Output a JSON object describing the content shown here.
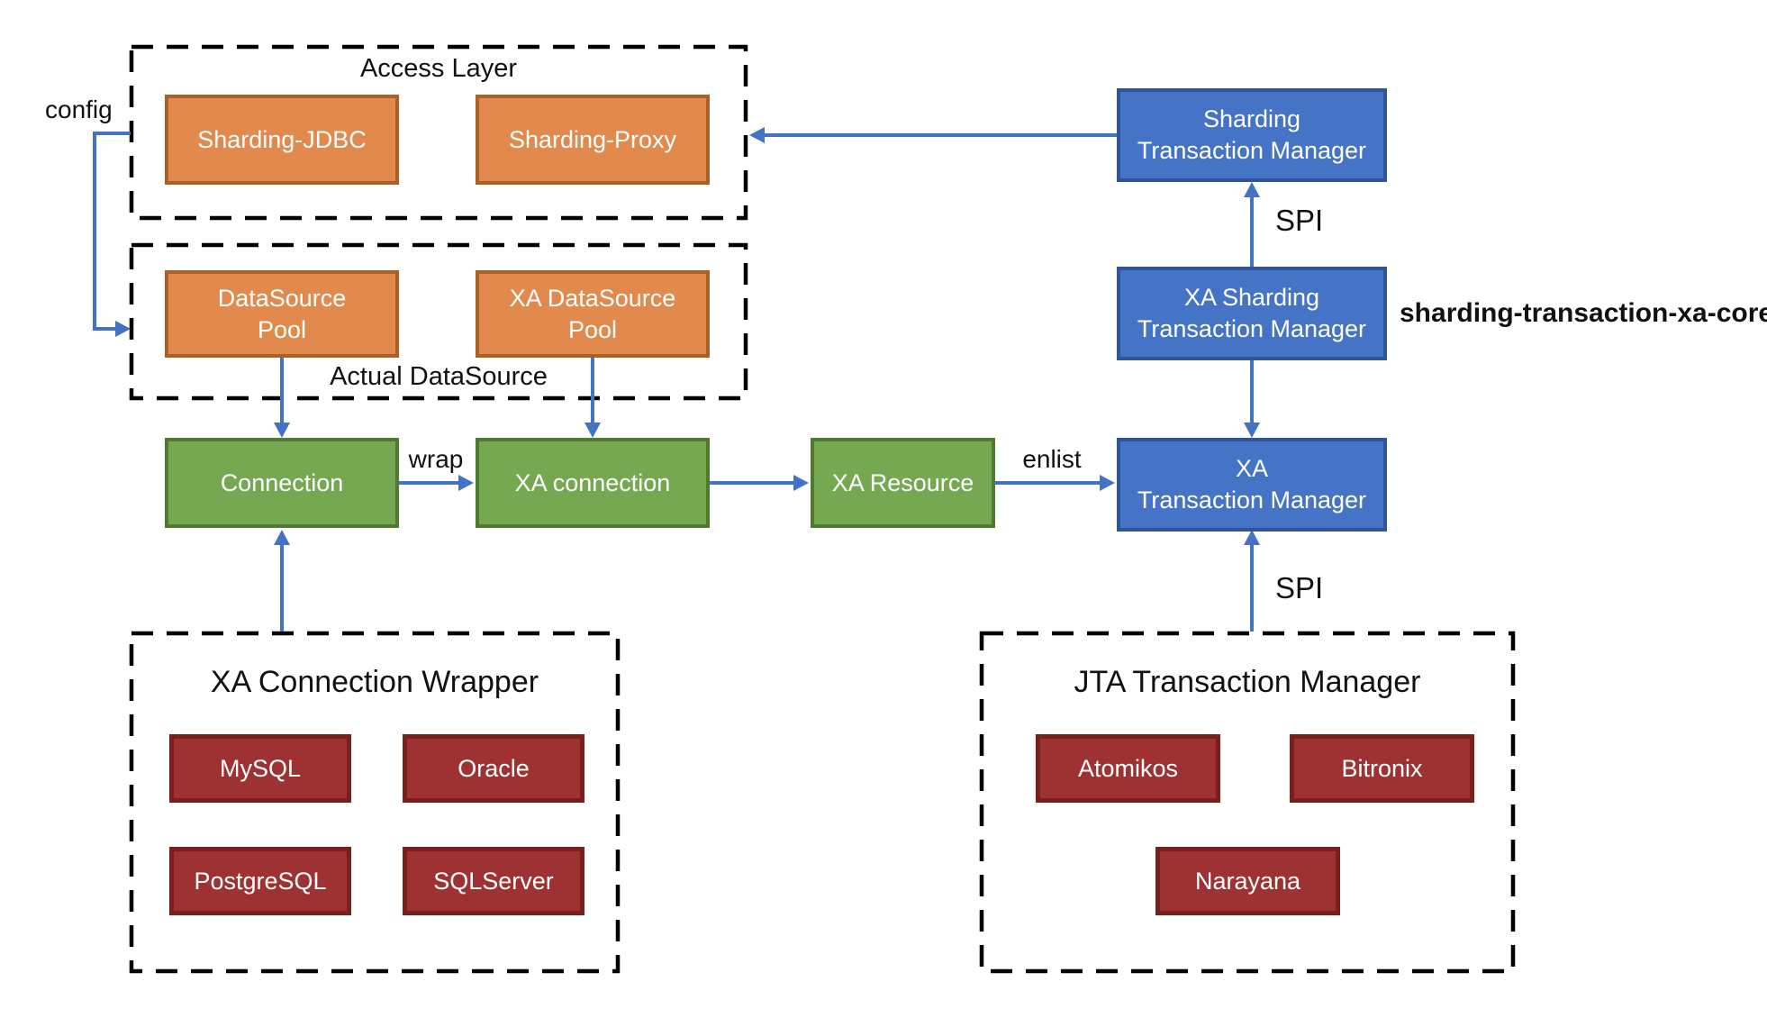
{
  "colors": {
    "orange_fill": "#E28A4E",
    "orange_border": "#AC6026",
    "green_fill": "#76A852",
    "green_border": "#507A30",
    "blue_fill": "#4573C6",
    "blue_border": "#2F5597",
    "red_fill": "#9E3233",
    "red_border": "#77201D",
    "arrow": "#4472C4",
    "dashed_border": "#000000"
  },
  "groups": {
    "access_layer": {
      "title": "Access Layer"
    },
    "actual_datasource": {
      "title": "Actual DataSource"
    },
    "xa_connection_wrapper": {
      "title": "XA Connection Wrapper"
    },
    "jta_transaction_manager": {
      "title": "JTA Transaction Manager"
    }
  },
  "nodes": {
    "sharding_jdbc": {
      "label": "Sharding-JDBC"
    },
    "sharding_proxy": {
      "label": "Sharding-Proxy"
    },
    "datasource_pool": {
      "label": "DataSource\nPool"
    },
    "xa_datasource_pool": {
      "label": "XA DataSource\nPool"
    },
    "connection": {
      "label": "Connection"
    },
    "xa_connection": {
      "label": "XA connection"
    },
    "xa_resource": {
      "label": "XA Resource"
    },
    "sharding_transaction_manager": {
      "label": "Sharding\nTransaction Manager"
    },
    "xa_sharding_transaction_manager": {
      "label": "XA Sharding\nTransaction Manager"
    },
    "xa_transaction_manager": {
      "label": "XA\nTransaction Manager"
    },
    "mysql": {
      "label": "MySQL"
    },
    "oracle": {
      "label": "Oracle"
    },
    "postgresql": {
      "label": "PostgreSQL"
    },
    "sqlserver": {
      "label": "SQLServer"
    },
    "atomikos": {
      "label": "Atomikos"
    },
    "bitronix": {
      "label": "Bitronix"
    },
    "narayana": {
      "label": "Narayana"
    }
  },
  "edge_labels": {
    "config": "config",
    "wrap": "wrap",
    "enlist": "enlist",
    "spi_upper": "SPI",
    "spi_lower": "SPI",
    "module_annotation": "sharding-transaction-xa-core"
  }
}
